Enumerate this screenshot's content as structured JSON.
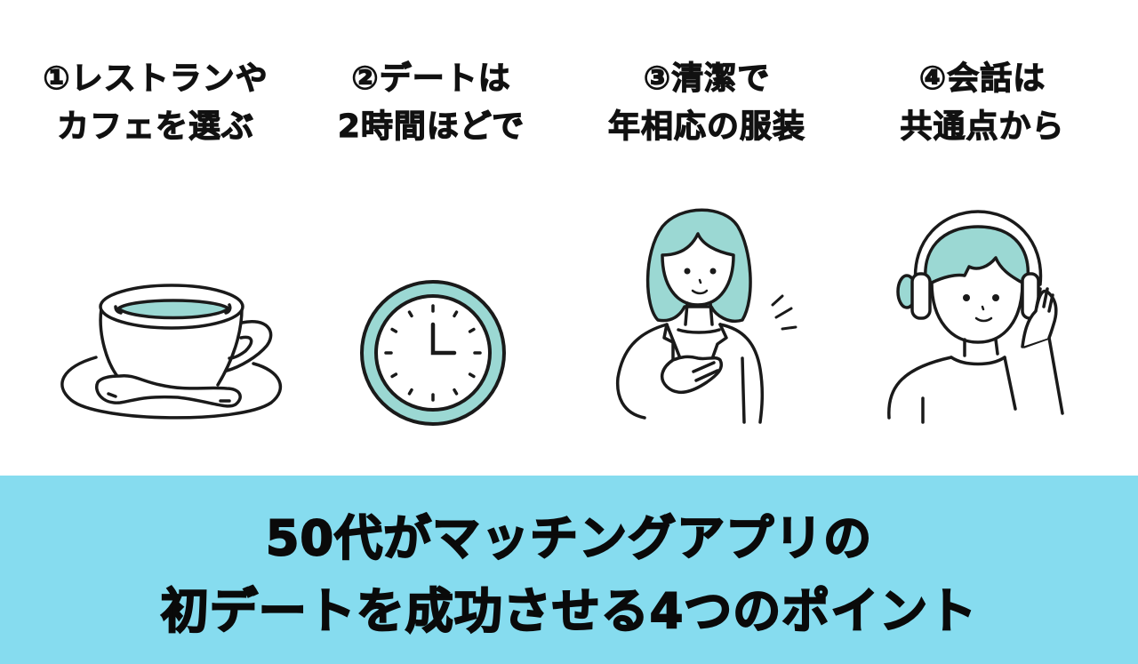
{
  "points": [
    {
      "number": "①",
      "line1": "①レストランや",
      "line2": "カフェを選ぶ",
      "icon": "coffee-cup-icon"
    },
    {
      "number": "②",
      "line1": "②デートは",
      "line2": "2時間ほどで",
      "icon": "clock-icon"
    },
    {
      "number": "③",
      "line1": "③清潔で",
      "line2": "年相応の服装",
      "icon": "woman-hand-on-chest-icon"
    },
    {
      "number": "④",
      "line1": "④会話は",
      "line2": "共通点から",
      "icon": "man-with-headphones-icon"
    }
  ],
  "banner": {
    "line1": "50代がマッチングアプリの",
    "line2": "初デートを成功させる4つのポイント"
  },
  "colors": {
    "background": "#ffffff",
    "banner": "#86dcef",
    "accent_teal": "#9bd8d3",
    "ink": "#111111"
  }
}
